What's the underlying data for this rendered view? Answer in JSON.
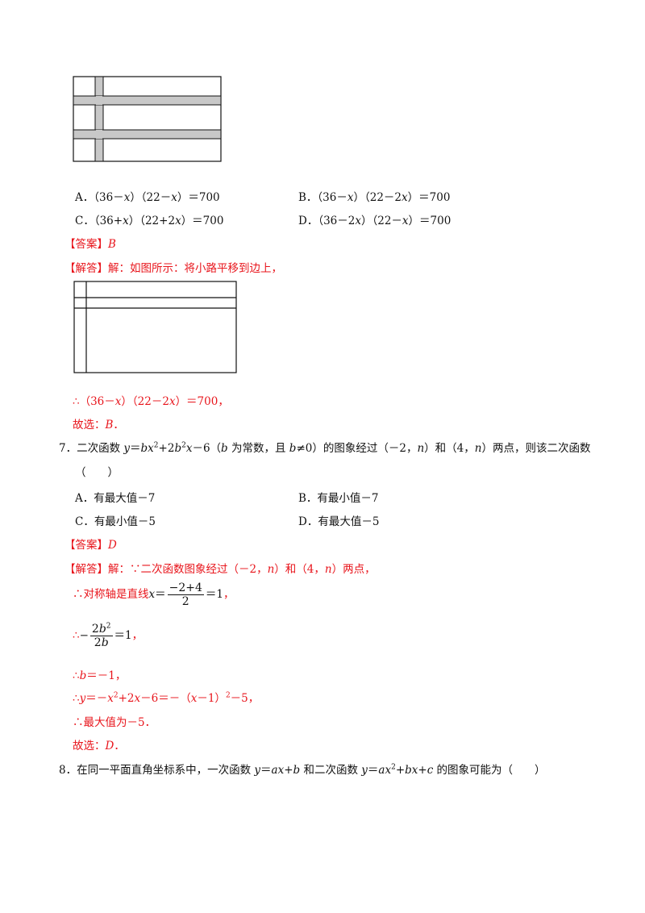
{
  "figure1": {},
  "q6": {
    "options": {
      "A_label": "A．",
      "A_text_pre": "（36－",
      "A_var1": "x",
      "A_text_mid": "）（22－",
      "A_var2": "x",
      "A_text_post": "）＝700",
      "B_label": "B．",
      "B_text_pre": "（36－",
      "B_var1": "x",
      "B_text_mid": "）（22－2",
      "B_var2": "x",
      "B_text_post": "）＝700",
      "C_label": "C．",
      "C_text_pre": "（36+",
      "C_var1": "x",
      "C_text_mid": "）（22+2",
      "C_var2": "x",
      "C_text_post": "）＝700",
      "D_label": "D．",
      "D_text_pre": "（36－2",
      "D_var1": "x",
      "D_text_mid": "）（22－",
      "D_var2": "x",
      "D_text_post": "）＝700"
    },
    "answer_tag": "【答案】",
    "answer": "B",
    "explain_tag": "【解答】",
    "explain_text": "解：如图所示：将小路平移到边上，",
    "therefore_pre": "∴（36－",
    "therefore_var1": "x",
    "therefore_mid": "）（22－2",
    "therefore_var2": "x",
    "therefore_post": "）＝700，",
    "choose_pre": "故选：",
    "choose_ans": "B",
    "choose_post": "．"
  },
  "q7": {
    "number": "7．",
    "stem_1": "二次函数 ",
    "stem_y": "y",
    "stem_eq": "＝",
    "stem_b1": "bx",
    "stem_plus": "+2",
    "stem_b2": "b",
    "stem_x": "x",
    "stem_rest1": "－6（",
    "stem_b3": "b",
    "stem_rest2": " 为常数，且 ",
    "stem_b4": "b",
    "stem_rest3": "≠0）的图象经过（－2，",
    "stem_n1": "n",
    "stem_rest4": "）和（4，",
    "stem_n2": "n",
    "stem_rest5": "）两点，则该二次函数",
    "stem_paren": "（　　）",
    "options": {
      "A": "A．有最大值－7",
      "B": "B．有最小值－7",
      "C": "C．有最小值－5",
      "D": "D．有最大值－5"
    },
    "answer_tag": "【答案】",
    "answer": "D",
    "explain_tag": "【解答】",
    "explain_pre": "解：∵二次函数图象经过（－2，",
    "explain_n1": "n",
    "explain_mid": "）和（4，",
    "explain_n2": "n",
    "explain_post": "）两点，",
    "axis_pre": "∴对称轴是直线",
    "axis_x": "x",
    "axis_eq": "＝",
    "axis_num": "−2+4",
    "axis_den": "2",
    "axis_post": "＝1，",
    "step2_pre": "∴−",
    "step2_num_coef": "2",
    "step2_num_var": "b",
    "step2_den_coef": "2",
    "step2_den_var": "b",
    "step2_post": "＝1，",
    "step3_pre": "∴",
    "step3_var": "b",
    "step3_post": "＝－1，",
    "step4_pre": "∴",
    "step4_y": "y",
    "step4_a": "＝－",
    "step4_x1": "x",
    "step4_b": "+2",
    "step4_x2": "x",
    "step4_c": "－6＝－（",
    "step4_x3": "x",
    "step4_d": "－1）",
    "step4_e": "－5，",
    "step5": "∴最大值为－5．",
    "choose_pre": "故选：",
    "choose_ans": "D",
    "choose_post": "．"
  },
  "q8": {
    "number": "8．",
    "stem_1": "在同一平面直角坐标系中，一次函数 ",
    "y1": "y",
    "eq1": "＝",
    "ax": "ax",
    "plus1": "+",
    "b1": "b",
    "stem_2": " 和二次函数 ",
    "y2": "y",
    "eq2": "＝",
    "ax2": "ax",
    "plus2": "+",
    "bx": "bx",
    "plus3": "+",
    "c": "c",
    "stem_3": " 的图象可能为（　　）"
  }
}
